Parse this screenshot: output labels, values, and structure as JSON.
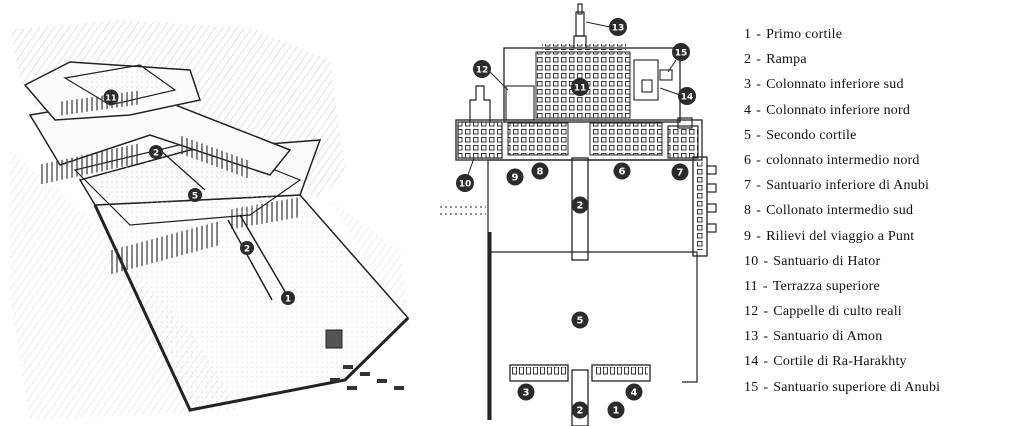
{
  "badges": {
    "persp": [
      "1",
      "2",
      "2",
      "5",
      "11"
    ],
    "plan": [
      "1",
      "2",
      "2",
      "3",
      "4",
      "5",
      "6",
      "7",
      "8",
      "9",
      "10",
      "11",
      "12",
      "13",
      "14",
      "15"
    ]
  },
  "legend": {
    "separator": "-",
    "items": [
      {
        "num": "1",
        "text": "Primo cortile"
      },
      {
        "num": "2",
        "text": "Rampa"
      },
      {
        "num": "3",
        "text": "Colonnato inferiore sud"
      },
      {
        "num": "4",
        "text": "Colonnato inferiore nord"
      },
      {
        "num": "5",
        "text": "Secondo cortile"
      },
      {
        "num": "6",
        "text": "colonnato intermedio nord"
      },
      {
        "num": "7",
        "text": "Santuario inferiore di Anubi"
      },
      {
        "num": "8",
        "text": "Collonato intermedio sud"
      },
      {
        "num": "9",
        "text": "Rilievi del viaggio a Punt"
      },
      {
        "num": "10",
        "text": "Santuario di Hator"
      },
      {
        "num": "11",
        "text": "Terrazza superiore"
      },
      {
        "num": "12",
        "text": "Cappelle di culto reali"
      },
      {
        "num": "13",
        "text": "Santuario di Amon"
      },
      {
        "num": "14",
        "text": "Cortile di  Ra-Harakhty"
      },
      {
        "num": "15",
        "text": "Santuario superiore di Anubi"
      }
    ]
  },
  "colors": {
    "ink": "#222222",
    "badge_fill": "#2b2b2b",
    "badge_text": "#ffffff",
    "paper": "#f4f4f2"
  }
}
